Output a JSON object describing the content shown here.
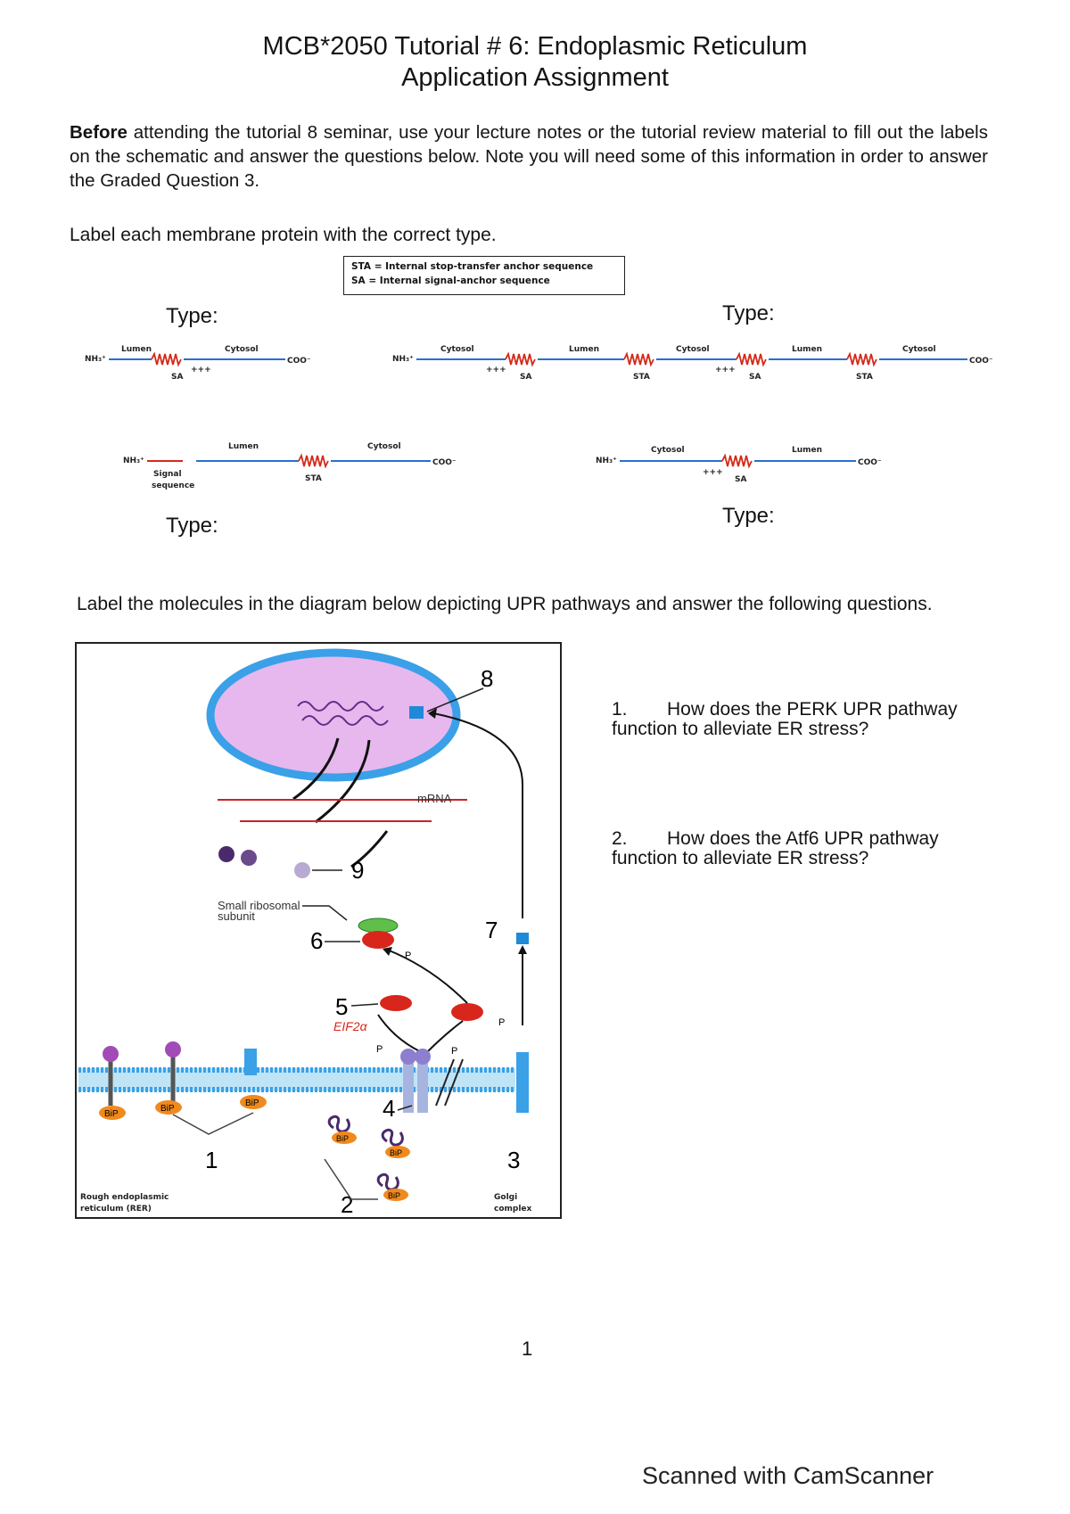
{
  "header": {
    "title_line1": "MCB*2050 Tutorial # 6: Endoplasmic Reticulum",
    "title_line2": "Application Assignment"
  },
  "intro": {
    "bold": "Before",
    "text": " attending the tutorial 8 seminar, use your lecture notes or the tutorial review material to fill out the labels on the schematic and answer the questions below. Note you will need some of this information in order to answer the Graded Question 3."
  },
  "section1": {
    "heading": "Label each membrane protein with the correct type.",
    "legend_line1": "STA = Internal stop-transfer anchor sequence",
    "legend_line2": "SA  = Internal signal-anchor sequence",
    "type_label": "Type:",
    "schematic": {
      "nh3": "NH₃⁺",
      "coo": "COO⁻",
      "lumen": "Lumen",
      "cytosol": "Cytosol",
      "sa": "SA",
      "sta": "STA",
      "plus": "+++",
      "signal": "Signal",
      "sequence": "sequence"
    }
  },
  "section2": {
    "heading": "Label the molecules in the diagram below depicting UPR pathways and answer the following questions.",
    "diagram": {
      "mrna": "mRNA",
      "small_ribosomal_1": "Small ribosomal",
      "small_ribosomal_2": "subunit",
      "rer_1": "Rough endoplasmic",
      "rer_2": "reticulum (RER)",
      "golgi_1": "Golgi",
      "golgi_2": "complex",
      "bip": "BiP",
      "p": "P",
      "eif": "EIF2α",
      "n1": "1",
      "n2": "2",
      "n3": "3",
      "n4": "4",
      "n5": "5",
      "n6": "6",
      "n7": "7",
      "n8": "8",
      "n9": "9"
    },
    "q1_num": "1.",
    "q1_line1": "How does the PERK UPR pathway",
    "q1_line2": "function to alleviate ER stress?",
    "q2_num": "2.",
    "q2_line1": "How does the Atf6 UPR pathway",
    "q2_line2": "function to alleviate ER stress?"
  },
  "footer": {
    "page_number": "1",
    "scanner": "Scanned with CamScanner"
  },
  "colors": {
    "membrane_line": "#2a6fd0",
    "helix": "#d42a1a",
    "nucleus": "#e6b8ee",
    "nucleus_rim": "#3aa0e8",
    "bip": "#f08a1e",
    "red_protein": "#d8261c"
  }
}
